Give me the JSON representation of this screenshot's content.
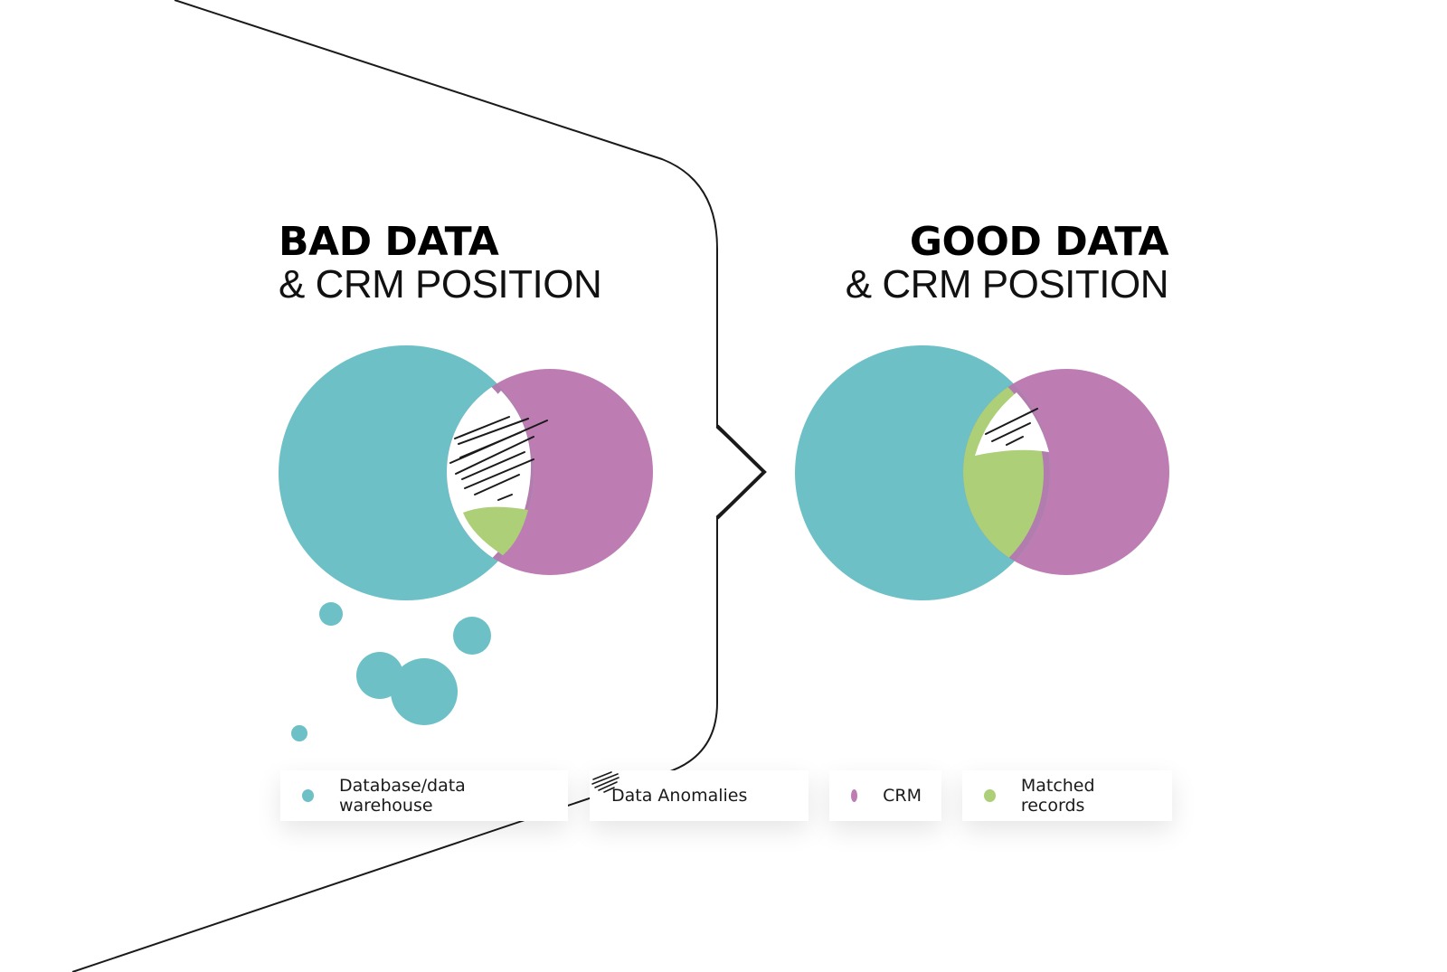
{
  "bad": {
    "title": "BAD DATA",
    "subtitle": "& CRM POSITION"
  },
  "good": {
    "title": "GOOD DATA",
    "subtitle": "& CRM POSITION"
  },
  "legend": [
    {
      "label": "Database/data warehouse",
      "icon": "teal-dot"
    },
    {
      "label": "Data Anomalies",
      "icon": "hatch-icon"
    },
    {
      "label": "CRM",
      "icon": "purple-dot"
    },
    {
      "label": "Matched records",
      "icon": "green-dot"
    }
  ],
  "colors": {
    "database": "#6cc0c6",
    "crm": "#bd7db3",
    "matched": "#accf78",
    "anomaly": "#1a1a1a",
    "outline": "#1a1a1a"
  }
}
